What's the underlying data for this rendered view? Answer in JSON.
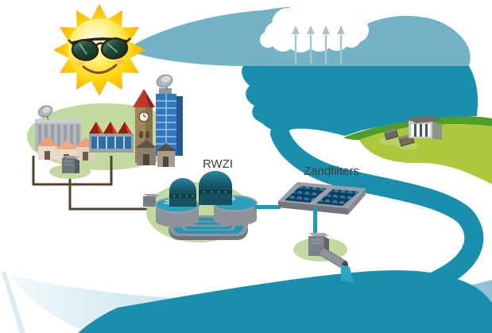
{
  "diagram": {
    "title": "water-treatment-cycle",
    "labels": {
      "treatment_plant": "RWZI",
      "sand_filters": "Zandfilters"
    },
    "colors": {
      "water_dark": "#1a8fad",
      "water_light_band": "#74b2c5",
      "jet_teal": "#2aa6c2",
      "bank_dark_green": "#4f9e2a",
      "bank_lime": "#abc93b",
      "pad_green": "#c2d9a0",
      "pipe_brown": "#53422b",
      "pipe_teal": "#1b9cb6",
      "sun_yellow": "#ffd401",
      "arrow_gray_blue": "#a7c5cf",
      "label_text": "#3d3d3d"
    }
  }
}
